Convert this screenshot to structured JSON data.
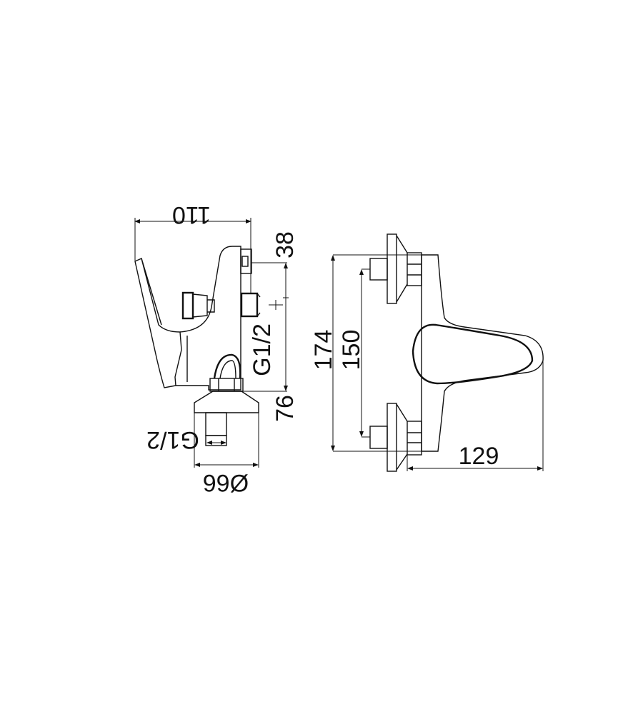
{
  "side_view": {
    "width_label": "110",
    "height_top_label": "38",
    "height_bottom_label": "76",
    "thread_label": "G1/2",
    "inlet_thread_label": "G1/2",
    "diameter_label": "Ø66"
  },
  "front_view": {
    "height_total_label": "174",
    "centers_label": "150",
    "depth_label": "129"
  },
  "colors": {
    "line": "#111111",
    "background": "#ffffff"
  }
}
